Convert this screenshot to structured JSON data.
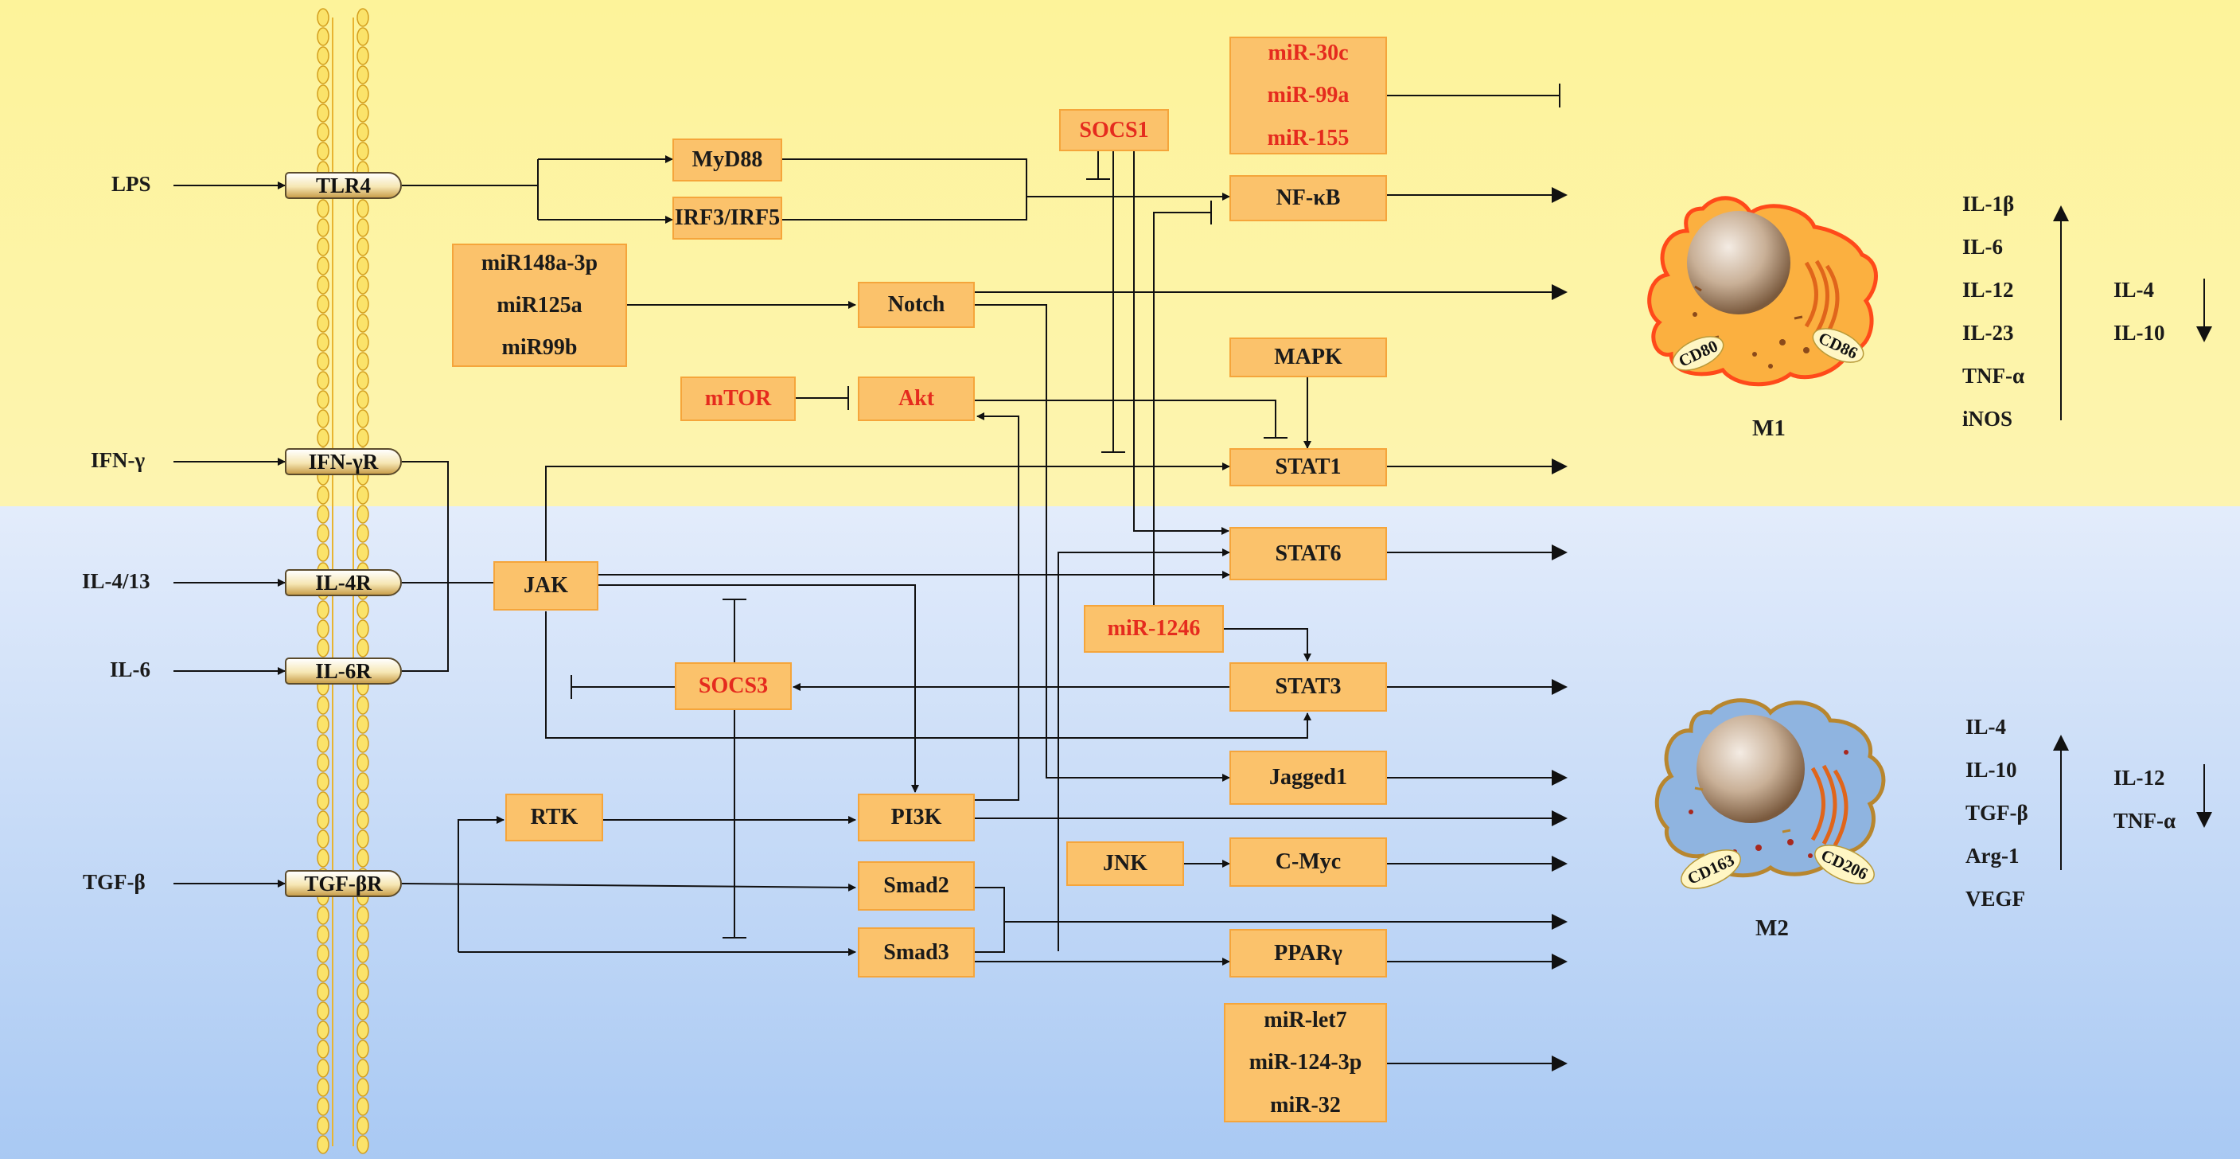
{
  "ligands": {
    "lps": "LPS",
    "ifng": "IFN-γ",
    "il413": "IL-4/13",
    "il6": "IL-6",
    "tgfb": "TGF-β"
  },
  "receptors": {
    "tlr4": "TLR4",
    "ifngr": "IFN-γR",
    "il4r": "IL-4R",
    "il6r": "IL-6R",
    "tgfbr": "TGF-βR"
  },
  "nodes": {
    "myd88": "MyD88",
    "irf": "IRF3/IRF5",
    "socs1": "SOCS1",
    "mir_top": [
      "miR-30c",
      "miR-99a",
      "miR-155"
    ],
    "nfkb": "NF-κB",
    "mir_notch": [
      "miR148a-3p",
      "miR125a",
      "miR99b"
    ],
    "notch": "Notch",
    "mapk": "MAPK",
    "mtor": "mTOR",
    "akt": "Akt",
    "stat1": "STAT1",
    "jak": "JAK",
    "stat6": "STAT6",
    "mir1246": "miR-1246",
    "socs3": "SOCS3",
    "stat3": "STAT3",
    "jagged1": "Jagged1",
    "rtk": "RTK",
    "pi3k": "PI3K",
    "jnk": "JNK",
    "cmyc": "C-Myc",
    "smad2": "Smad2",
    "smad3": "Smad3",
    "ppar": "PPARγ",
    "mir_bottom": [
      "miR-let7",
      "miR-124-3p",
      "miR-32"
    ]
  },
  "m1": {
    "label": "M1",
    "marker_left": "CD80",
    "marker_right": "CD86",
    "up": [
      "IL-1β",
      "IL-6",
      "IL-12",
      "IL-23",
      "TNF-α",
      "iNOS"
    ],
    "down": [
      "IL-4",
      "IL-10"
    ]
  },
  "m2": {
    "label": "M2",
    "marker_left": "CD163",
    "marker_right": "CD206",
    "up": [
      "IL-4",
      "IL-10",
      "TGF-β",
      "Arg-1",
      "VEGF"
    ],
    "down": [
      "IL-12",
      "TNF-α"
    ]
  },
  "colors": {
    "box_fill": "#fbc26b",
    "box_border": "#f5a53b",
    "inhibitor_text": "#e52b1e",
    "m1_cell": "#fbb040",
    "m2_cell": "#8fb4e0",
    "nucleus": "#b59a7c"
  }
}
